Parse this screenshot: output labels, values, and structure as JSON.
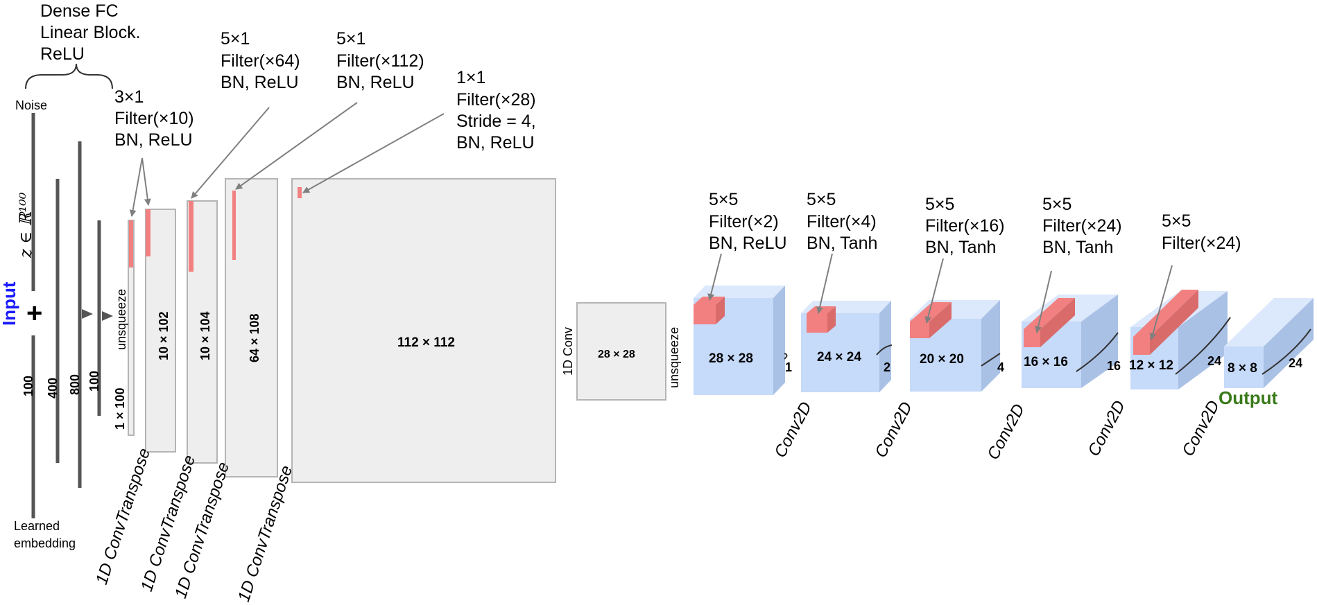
{
  "input": {
    "input_label": "Input",
    "noise_label": "Noise",
    "z_label": "z ∈ ℝ¹⁰⁰",
    "plus": "+",
    "embedding_label_1": "Learned",
    "embedding_label_2": "embedding",
    "size_100a": "100",
    "size_400": "400",
    "size_800": "800",
    "size_100b": "100"
  },
  "fc_block": {
    "line1": "Dense FC",
    "line2": "Linear Block.",
    "line3": "ReLU"
  },
  "conv1d_annotations": {
    "a1": [
      "3×1",
      "Filter(×10)",
      "BN, ReLU"
    ],
    "a2": [
      "5×1",
      "Filter(×64)",
      "BN, ReLU"
    ],
    "a3": [
      "5×1",
      "Filter(×112)",
      "BN, ReLU"
    ],
    "a4": [
      "1×1",
      "Filter(×28)",
      "Stride = 4,",
      "BN, ReLU"
    ]
  },
  "layers_1d": {
    "unsqueeze1": "unsqueeze",
    "d1": "1 × 100",
    "d2": "10 × 102",
    "d3": "10 × 104",
    "d4": "64 × 108",
    "d5": "112 × 112",
    "convT": "1D ConvTranspose",
    "conv1d": "1D Conv",
    "d6": "28 × 28",
    "unsqueeze2": "unsqueeze"
  },
  "conv2d_annotations": {
    "b1": [
      "5×5",
      "Filter(×2)",
      "BN, ReLU"
    ],
    "b2": [
      "5×5",
      "Filter(×4)",
      "BN, Tanh"
    ],
    "b3": [
      "5×5",
      "Filter(×16)",
      "BN, Tanh"
    ],
    "b4": [
      "5×5",
      "Filter(×24)",
      "BN, Tanh"
    ],
    "b5": [
      "5×5",
      "Filter(×24)"
    ]
  },
  "volumes": {
    "v1": {
      "dim": "28 × 28",
      "depth": "1"
    },
    "v2": {
      "dim": "24 × 24",
      "depth": "2"
    },
    "v3": {
      "dim": "20 × 20",
      "depth": "4"
    },
    "v4": {
      "dim": "16 × 16",
      "depth": "16"
    },
    "v5": {
      "dim": "12 × 12",
      "depth": "24"
    },
    "v6": {
      "dim": "8 × 8",
      "depth": "24"
    },
    "conv2d": "Conv2D",
    "output": "Output"
  },
  "colors": {
    "input": "#1a1aff",
    "output": "#3a7a1a",
    "filter": "#f28080",
    "volume": "#c6daf9"
  }
}
